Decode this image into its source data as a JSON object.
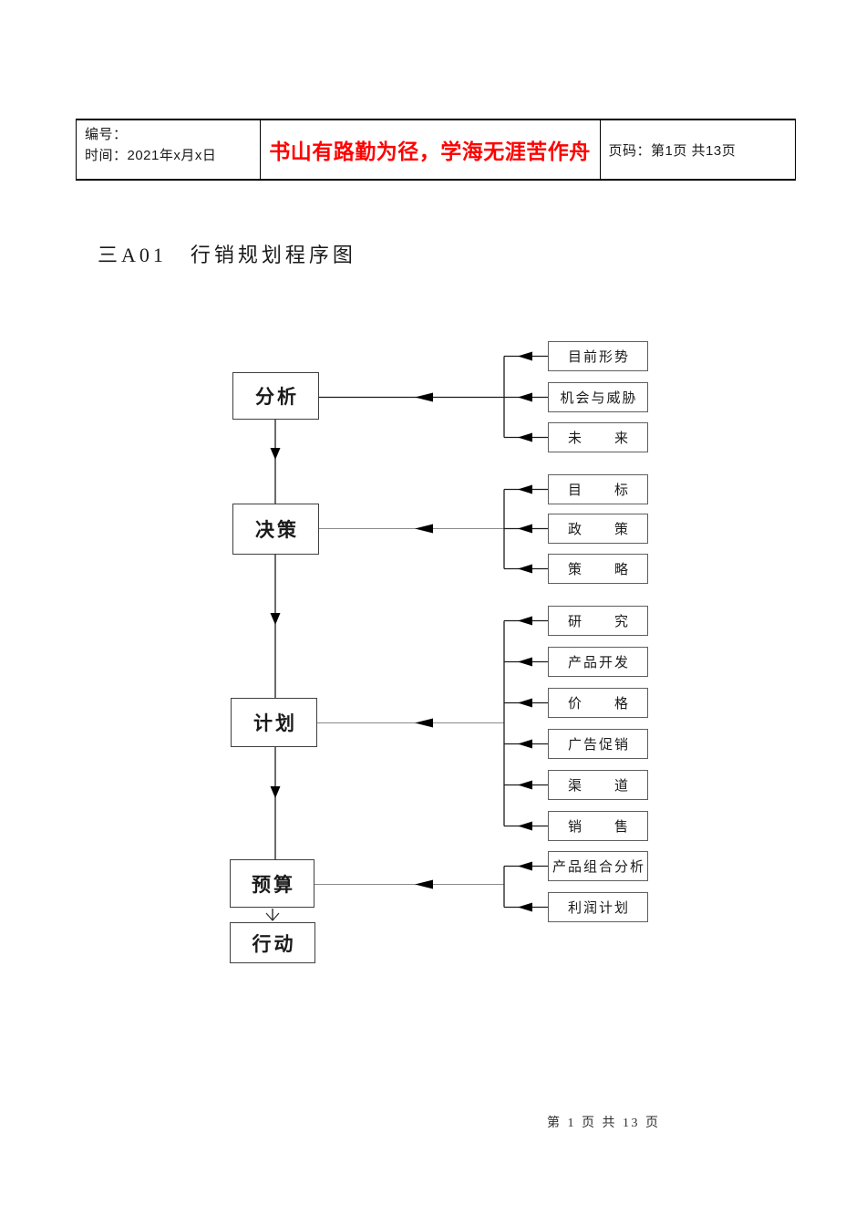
{
  "header": {
    "number_label": "编号：",
    "time_label": "时间：2021年x月x日",
    "motto": "书山有路勤为径，学海无涯苦作舟",
    "page_label": "页码：第1页 共13页"
  },
  "title": "三A01　行销规划程序图",
  "diagram": {
    "stages": [
      {
        "id": "analysis",
        "label": "分析"
      },
      {
        "id": "decision",
        "label": "决策"
      },
      {
        "id": "plan",
        "label": "计划"
      },
      {
        "id": "budget",
        "label": "预算"
      },
      {
        "id": "action",
        "label": "行动"
      }
    ],
    "targets": [
      {
        "group": "analysis",
        "label": "目前形势"
      },
      {
        "group": "analysis",
        "label": "机会与威胁"
      },
      {
        "group": "analysis",
        "label": "未　　来"
      },
      {
        "group": "decision",
        "label": "目　　标"
      },
      {
        "group": "decision",
        "label": "政　　策"
      },
      {
        "group": "decision",
        "label": "策　　略"
      },
      {
        "group": "plan",
        "label": "研　　究"
      },
      {
        "group": "plan",
        "label": "产品开发"
      },
      {
        "group": "plan",
        "label": "价　　格"
      },
      {
        "group": "plan",
        "label": "广告促销"
      },
      {
        "group": "plan",
        "label": "渠　　道"
      },
      {
        "group": "plan",
        "label": "销　　售"
      },
      {
        "group": "budget",
        "label": "产品组合分析"
      },
      {
        "group": "budget",
        "label": "利润计划"
      }
    ]
  },
  "footer": {
    "page_info": "第 1 页 共 13 页"
  },
  "colors": {
    "motto_red": "#ff0000",
    "line_dark": "#1c1c1c",
    "line_light": "#8a8a8a"
  }
}
